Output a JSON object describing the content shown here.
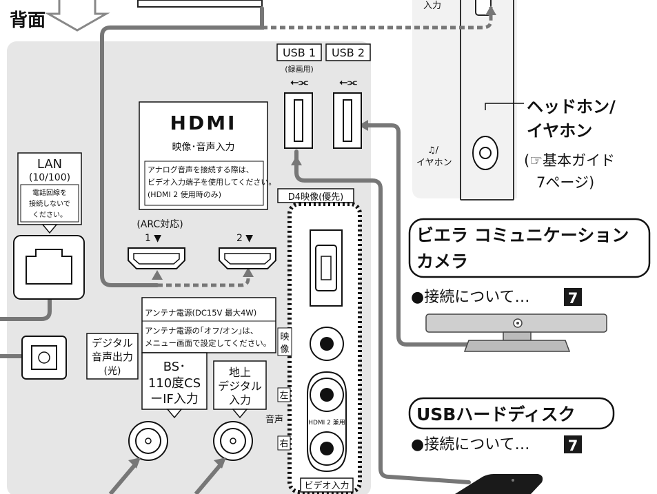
{
  "back_label": "背面",
  "usb": {
    "usb1_label": "USB 1",
    "usb2_label": "USB 2",
    "usb1_note": "(録画用)",
    "usb_symbol": "⭠⫘"
  },
  "hdmi": {
    "logo": "HDMI",
    "subtitle": "映像･音声入力",
    "note_lines": [
      "アナログ音声を接続する際は、",
      "ビデオ入力端子を使用してください。",
      "(HDMI 2  使用時のみ)"
    ],
    "arc_label": "(ARC対応)",
    "port1_label": "1 ▼",
    "port2_label": "2 ▼"
  },
  "lan": {
    "title": "LAN",
    "speed": "(10/100)",
    "note_lines": [
      "電話回線を",
      "接続しないで",
      "ください。"
    ]
  },
  "optical": {
    "label_lines": [
      "デジタル",
      "音声出力",
      "(光)"
    ]
  },
  "antenna": {
    "power_line1": "アンテナ電源(DC15V 最大4W)",
    "power_line2": "アンテナ電源の｢オフ/オン｣は、",
    "power_line3": "メニュー画面で設定してください。",
    "bs_lines": [
      "BS･",
      "110度CS",
      "ーIF入力"
    ],
    "terrestrial_lines": [
      "地上",
      "デジタル",
      "入力"
    ]
  },
  "d4": {
    "title": "D4映像(優先)",
    "video_label": [
      "映",
      "像"
    ],
    "left_label": "左",
    "audio_label": "音声",
    "right_label": "右",
    "hdmi2_shared": "HDMI 2 兼用",
    "video_input": "ビデオ入力"
  },
  "headphone": {
    "title_line1": "ヘッドホン/",
    "title_line2": "イヤホン",
    "ref_line1": "(☞基本ガイド",
    "ref_line2": "7ページ)",
    "side_symbol": "♫/",
    "side_label": "イヤホン",
    "top_label": "入力"
  },
  "camera": {
    "title_line1": "ビエラ コミュニケーション",
    "title_line2": "カメラ",
    "connect_text": "●接続について…",
    "page_badge": "7"
  },
  "usb_hdd": {
    "title": "USBハードディスク",
    "connect_text": "●接続について…",
    "page_badge": "7"
  },
  "colors": {
    "panel": "#e6e6e6",
    "cable": "#777777",
    "panel_right": "#f2f2f2",
    "dark": "#1a1a1a"
  }
}
